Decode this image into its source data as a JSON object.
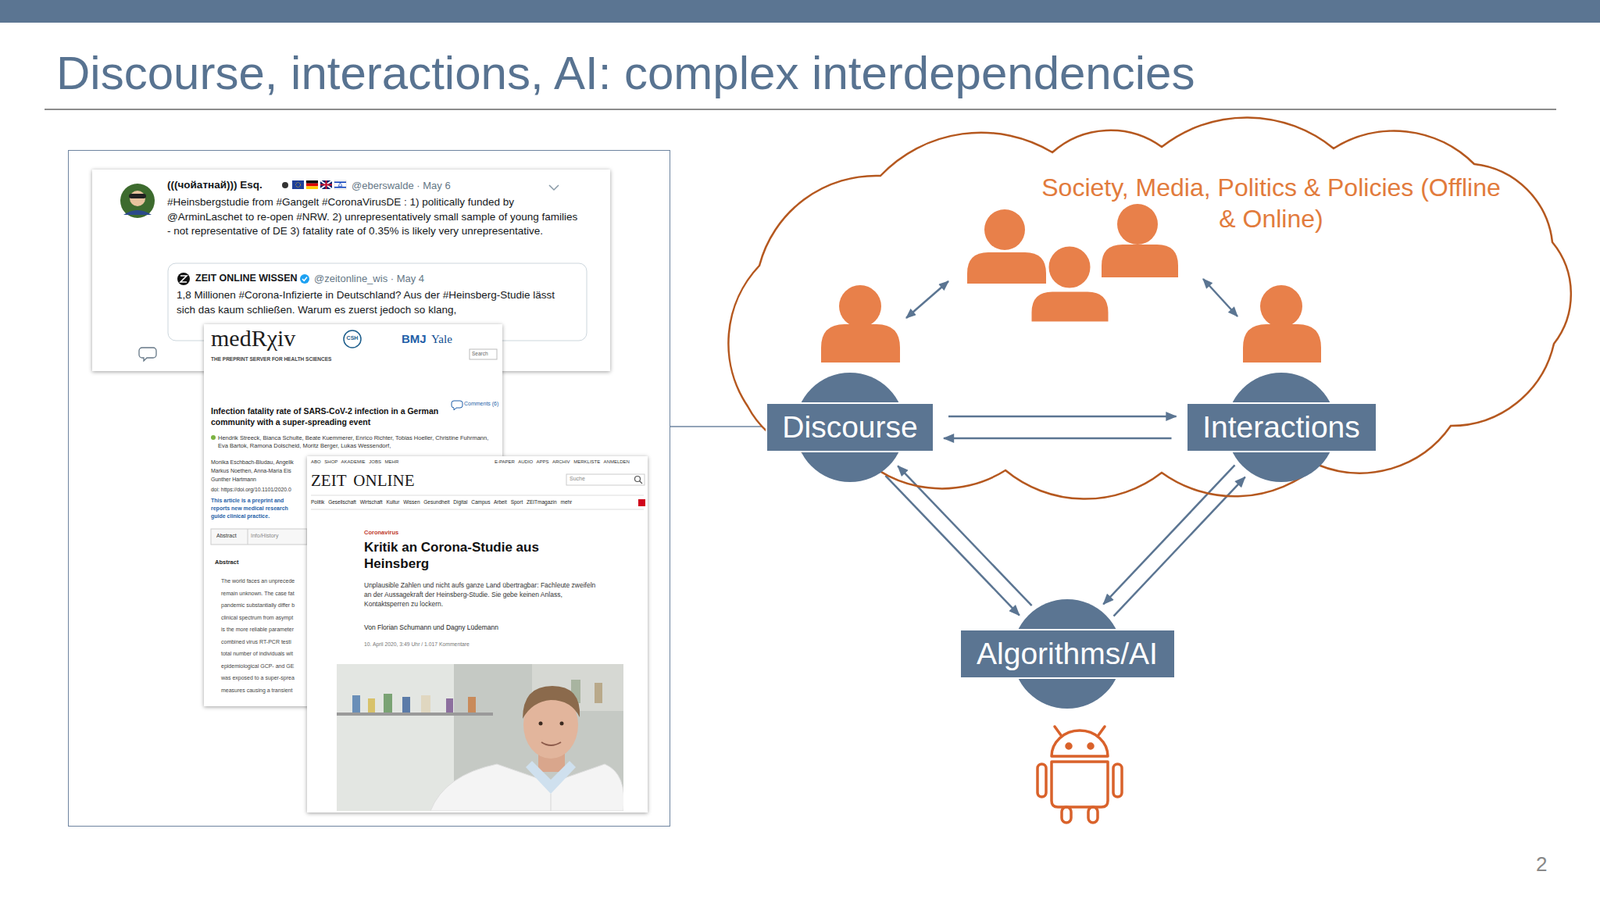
{
  "diagram": {
    "title": "Discourse, interactions, AI: complex interdependencies",
    "nodes": [
      {
        "text": [
          "Society, Media, Politics & Policies (Offline & Online)"
        ]
      },
      {
        "text": [
          "Discourse"
        ]
      },
      {
        "text": [
          "Interactions"
        ]
      },
      {
        "text": [
          "Algorithms/AI"
        ]
      }
    ],
    "edges": [
      {
        "from": 1,
        "to": 2,
        "arrow": "to"
      },
      {
        "from": 2,
        "to": 1,
        "arrow": "to"
      },
      {
        "from": 3,
        "to": 1,
        "arrow": "to"
      },
      {
        "from": 1,
        "to": 3,
        "arrow": "to"
      },
      {
        "from": 3,
        "to": 2,
        "arrow": "to"
      },
      {
        "from": 2,
        "to": 3,
        "arrow": "to"
      }
    ],
    "labels": [
      "(((чойатнай))) Esq.",
      "@eberswalde · May 6",
      "#Heinsbergstudie from #Gangelt #CoronaVirusDE : 1) politically funded by @ArminLaschet to re-open #NRW. 2) unrepresentatively small sample of young families - not representative of DE 3) fatality rate of 0.35% is likely very unrepresentative.",
      "ZEIT ONLINE WISSEN",
      "@zeitonline_wis · May 4",
      "1,8 Millionen #Corona-Infizierte in Deutschland? Aus der #Heinsberg-Studie lässt sich das kaum schließen. Warum es zuerst jedoch so klang,",
      "medRχiv",
      "THE PREPRINT SERVER FOR HEALTH SCIENCES",
      "CSH",
      "BMJ",
      "Yale",
      "Search",
      "Comments (6)",
      "Infection fatality rate of SARS-CoV-2 infection in a German community with a super-spreading event",
      "Hendrik Streeck, Bianca Schulte, Beate Kuemmerer, Enrico Richter, Tobias Hoeller, Christine Fuhrmann, Eva Bartok, Ramona Dolscheid, Moritz Berger, Lukas Wessendorf,",
      "Monika Eschbach-Bludau, Angelik",
      "Markus Noethen, Anna-Maria Eis",
      "Gunther Hartmann",
      "doi: https://doi.org/10.1101/2020.0",
      "This article is a preprint and",
      "reports new medical research",
      "guide clinical practice.",
      "Abstract",
      "Info/History",
      "Abstract",
      "The world faces an unprecede",
      "remain unknown. The case fat",
      "pandemic substantially differ b",
      "clinical spectrum from asympt",
      "is the more reliable parameter",
      "combined virus RT-PCR testi",
      "total number of individuals wit",
      "epidemiological GCP- and GE",
      "was exposed to a super-sprea",
      "measures causing a transient",
      "ZEIT ONLINE",
      "ABO SHOP AKADEMIE JOBS MEHR",
      "E-PAPER AUDIO APPS ARCHIV MERKLISTE ANMELDEN",
      "Suche",
      "Politik Gesellschaft Wirtschaft Kultur Wissen Gesundheit Digital Campus Arbeit Sport ZEITmagazin mehr",
      "Coronavirus",
      "Kritik an Corona-Studie aus Heinsberg",
      "Unplausible Zahlen und nicht aufs ganze Land übertragbar: Fachleute zweifeln an der Aussagekraft der Heinsberg-Studie. Sie gebe keinen Anlass, Kontaktsperren zu lockern.",
      "Von Florian Schumann und Dagny Lüdemann",
      "10. April 2020, 3:49 Uhr / 1.017 Kommentare",
      "2"
    ]
  }
}
